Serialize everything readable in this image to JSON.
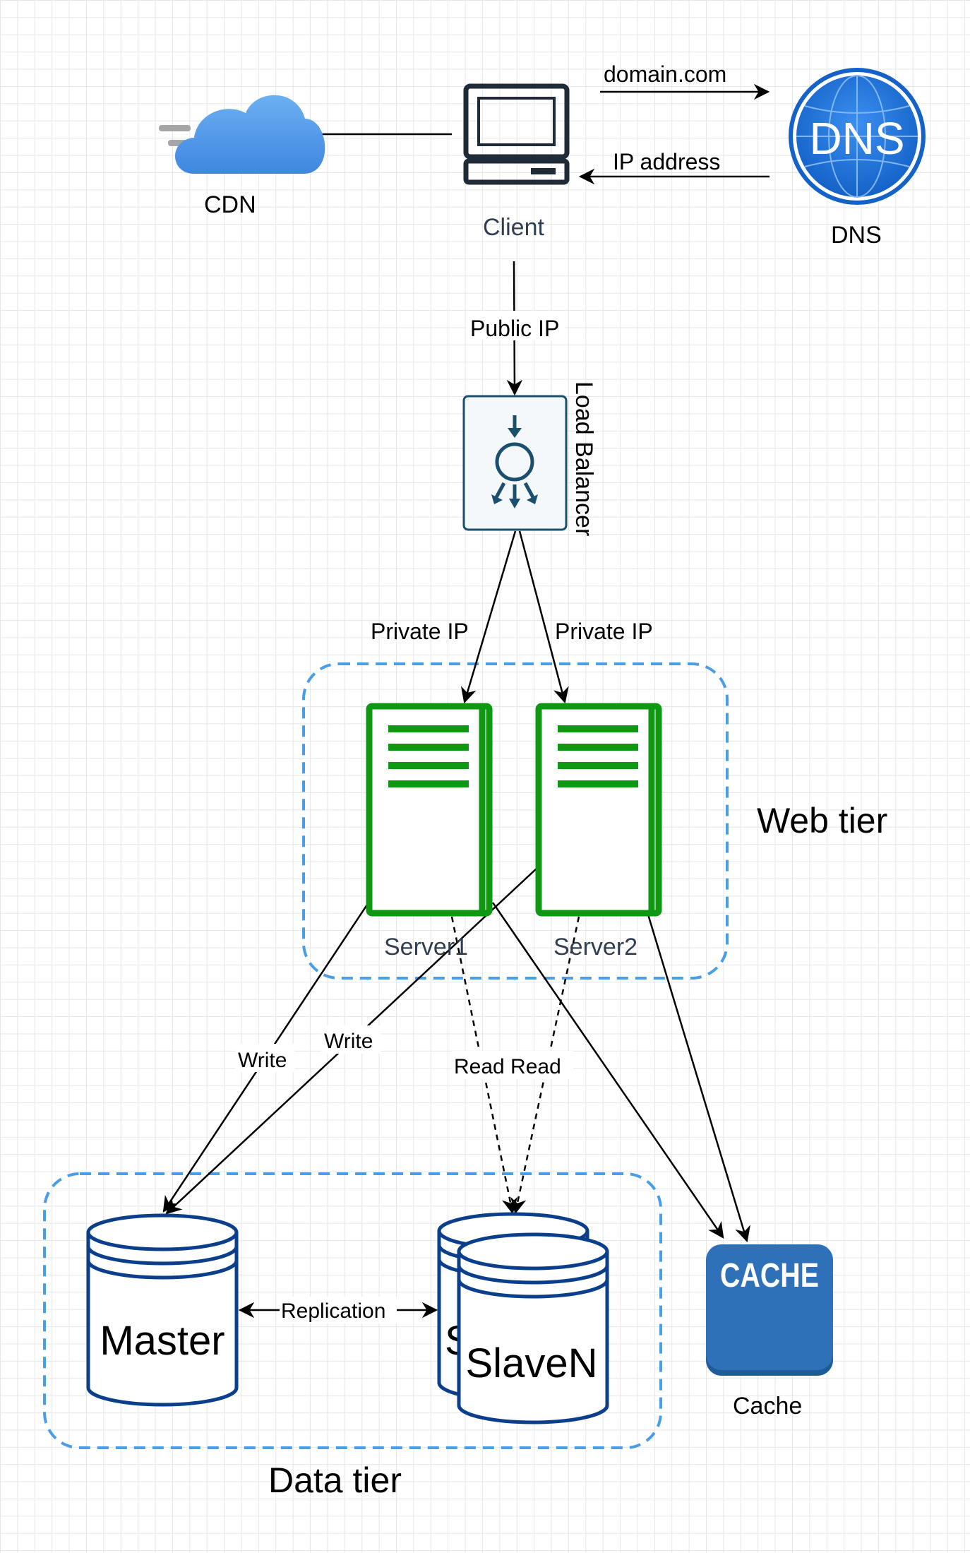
{
  "nodes": {
    "client": {
      "label": "Client"
    },
    "cdn": {
      "label": "CDN"
    },
    "dns": {
      "label": "DNS",
      "badge": "DNS"
    },
    "load_balancer": {
      "label": "Load Balancer"
    },
    "server1": {
      "label": "Server1"
    },
    "server2": {
      "label": "Server2"
    },
    "master": {
      "label": "Master"
    },
    "slave_back": {
      "label": "S"
    },
    "slave_n": {
      "label": "SlaveN"
    },
    "cache": {
      "label": "Cache",
      "badge": "CACHE"
    }
  },
  "groups": {
    "web_tier": {
      "label": "Web tier"
    },
    "data_tier": {
      "label": "Data tier"
    }
  },
  "edges": {
    "client_to_dns": "domain.com",
    "dns_to_client": "IP address",
    "client_to_lb": "Public IP",
    "lb_to_server1": "Private IP",
    "lb_to_server2": "Private IP",
    "server1_write": "Write",
    "server2_write": "Write",
    "reads": "Read Read",
    "replication": "Replication"
  },
  "colors": {
    "server_green": "#0f9912",
    "group_border_blue": "#4a9ee8",
    "db_blue": "#0b3f8c",
    "cache_blue": "#2f71b8",
    "dns_blue": "#1a73d9",
    "cdn_blue": "#5aa0ea",
    "lb_teal": "#1b4f6e"
  }
}
